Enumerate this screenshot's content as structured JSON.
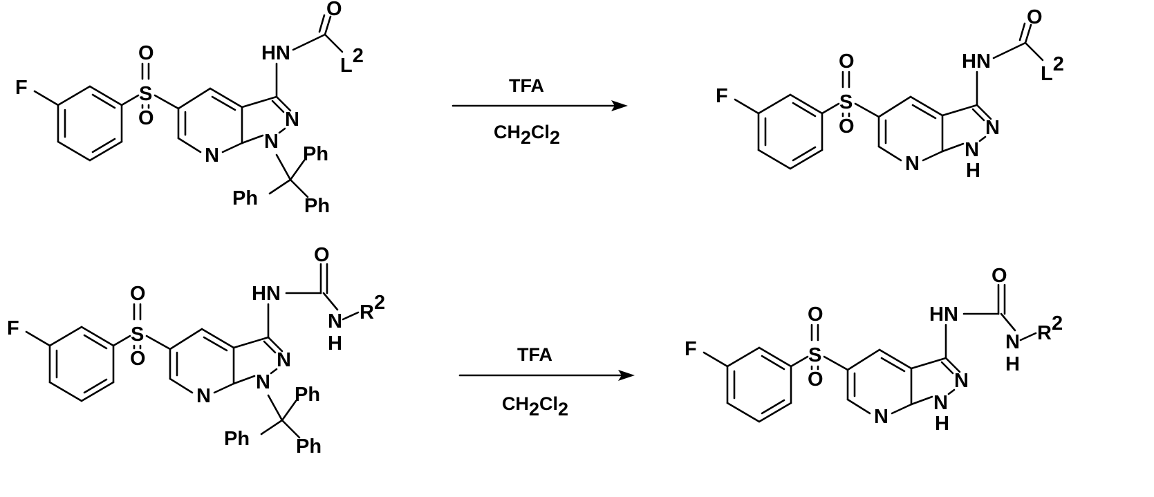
{
  "colors": {
    "ink": "#000000",
    "background": "#ffffff"
  },
  "atoms": {
    "F": "F",
    "S": "S",
    "O": "O",
    "N": "N",
    "H": "H",
    "HN": "HN",
    "Ph": "Ph",
    "L": "L",
    "R": "R",
    "sup2": "2"
  },
  "reactions": [
    {
      "reagent": "TFA",
      "solvent": {
        "part1": "CH",
        "sub1": "2",
        "part2": "Cl",
        "sub2": "2"
      }
    },
    {
      "reagent": "TFA",
      "solvent": {
        "part1": "CH",
        "sub1": "2",
        "part2": "Cl",
        "sub2": "2"
      }
    }
  ]
}
